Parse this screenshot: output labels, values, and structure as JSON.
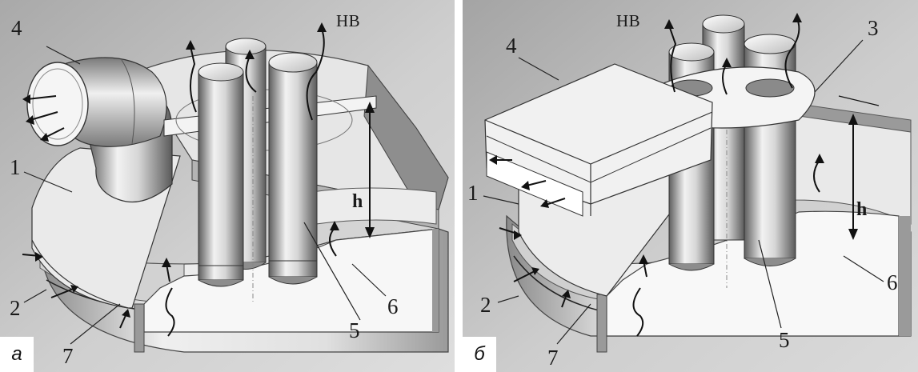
{
  "panels": [
    {
      "tag": "а",
      "labels": {
        "n1": "1",
        "n2": "2",
        "n4": "4",
        "n5": "5",
        "n6": "6",
        "n7": "7",
        "hv": "НВ",
        "h": "h"
      }
    },
    {
      "tag": "б",
      "labels": {
        "n1": "1",
        "n2": "2",
        "n3": "3",
        "n4": "4",
        "n5": "5",
        "n6": "6",
        "n7": "7",
        "hv": "НВ",
        "h": "h"
      }
    }
  ],
  "colors": {
    "background": "#c9c9c9",
    "metal_light": "#f4f4f4",
    "metal_dark": "#6d6d6d",
    "floor": "#f7f7f7",
    "line": "#1a1a1a"
  }
}
